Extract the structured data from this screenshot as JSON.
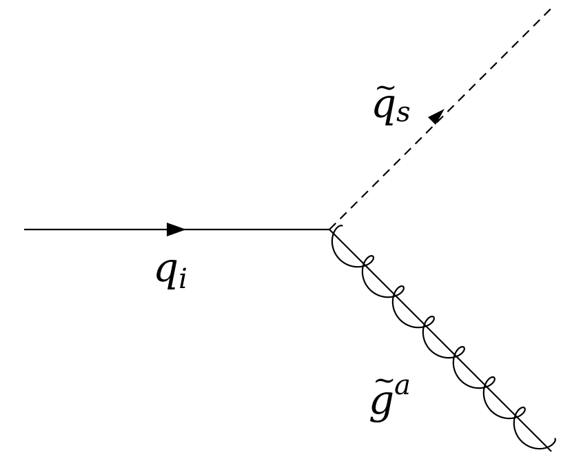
{
  "labels": {
    "quark": {
      "base": "q",
      "sub": "i"
    },
    "squark": {
      "base": "q",
      "sub": "s",
      "accent": "~"
    },
    "gluino": {
      "base": "g",
      "sup": "a",
      "accent": "~"
    }
  }
}
